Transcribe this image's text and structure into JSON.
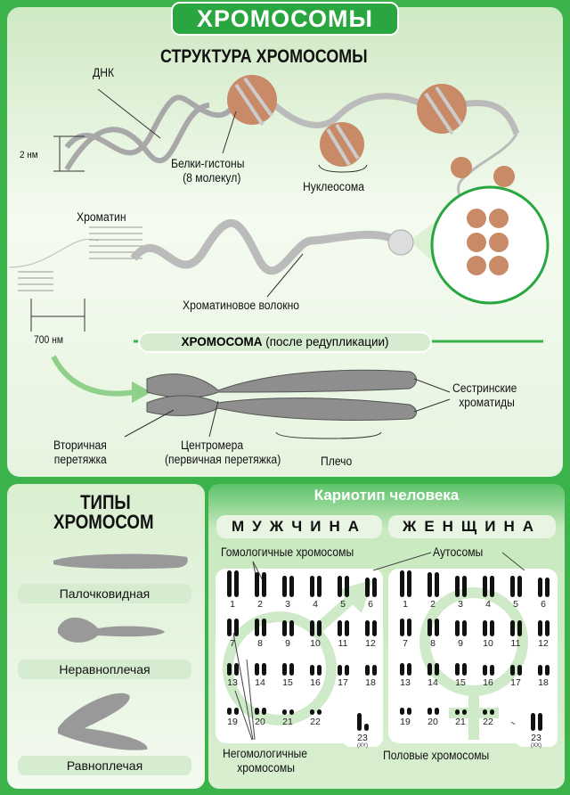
{
  "title": "ХРОМОСОМЫ",
  "structure": {
    "heading": "СТРУКТУРА ХРОМОСОМЫ",
    "dna": "ДНК",
    "width_2nm": "2 нм",
    "histones_line1": "Белки-гистоны",
    "histones_line2": "(8 молекул)",
    "nucleosome": "Нуклеосома",
    "chromatin": "Хроматин",
    "fiber": "Хроматиновое волокно",
    "width_700nm": "700 нм",
    "chromosome_bold": "ХРОМОСОМА",
    "chromosome_note": "(после редупликации)",
    "sister_line1": "Сестринские",
    "sister_line2": "хроматиды",
    "secondary_line1": "Вторичная",
    "secondary_line2": "перетяжка",
    "centromere_line1": "Центромера",
    "centromere_line2": "(первичная перетяжка)",
    "arm": "Плечо"
  },
  "types": {
    "heading_line1": "ТИПЫ",
    "heading_line2": "ХРОМОСОМ",
    "items": [
      "Палочковидная",
      "Неравноплечая",
      "Равноплечая"
    ]
  },
  "karyotype": {
    "heading": "Кариотип человека",
    "male": "МУЖЧИНА",
    "female": "ЖЕНЩИНА",
    "homologous": "Гомологичные хромосомы",
    "autosomes": "Аутосомы",
    "nonhomologous_line1": "Негомологичные",
    "nonhomologous_line2": "хромосомы",
    "sex_chromosomes": "Половые хромосомы",
    "numbers": [
      "1",
      "2",
      "3",
      "4",
      "5",
      "6",
      "7",
      "8",
      "9",
      "10",
      "11",
      "12",
      "13",
      "14",
      "15",
      "16",
      "17",
      "18",
      "19",
      "20",
      "21",
      "22"
    ],
    "sex_number": "23",
    "male_sex_sub": "(XY)",
    "female_sex_sub": "(XX)"
  },
  "colors": {
    "green": "#3cb24a",
    "histone": "#c98a68"
  }
}
